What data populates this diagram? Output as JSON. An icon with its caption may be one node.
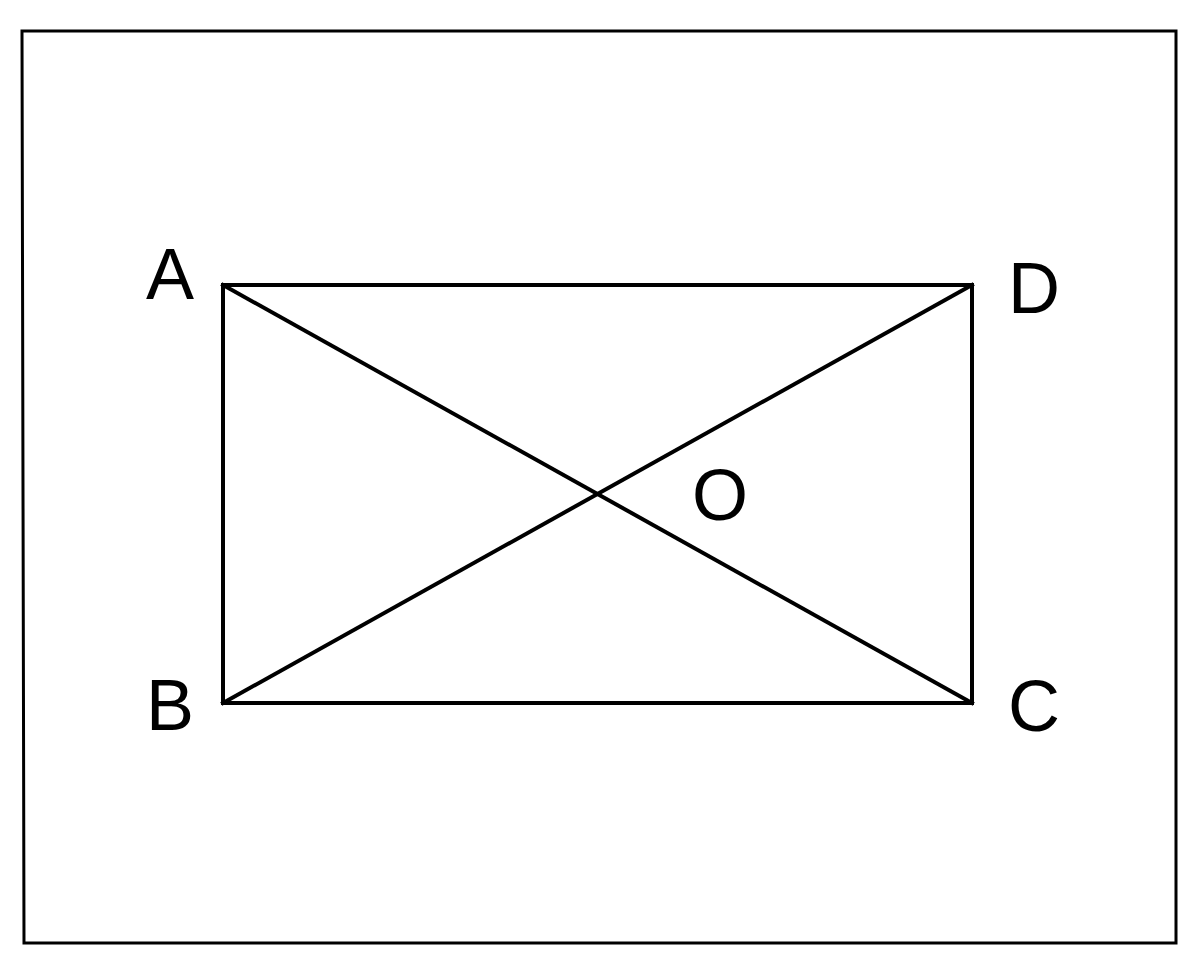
{
  "diagram": {
    "nodes": [
      {
        "text": [
          "A"
        ]
      },
      {
        "text": [
          "D"
        ]
      },
      {
        "text": [
          "C"
        ]
      },
      {
        "text": [
          "B"
        ]
      }
    ],
    "edges": [
      {
        "from": 0,
        "to": 1,
        "arrow": "none"
      },
      {
        "from": 1,
        "to": 2,
        "arrow": "none"
      },
      {
        "from": 2,
        "to": 3,
        "arrow": "none"
      },
      {
        "from": 3,
        "to": 0,
        "arrow": "none"
      },
      {
        "from": 0,
        "to": 2,
        "arrow": "none"
      },
      {
        "from": 3,
        "to": 1,
        "arrow": "none"
      }
    ],
    "labels": [
      "O"
    ]
  }
}
